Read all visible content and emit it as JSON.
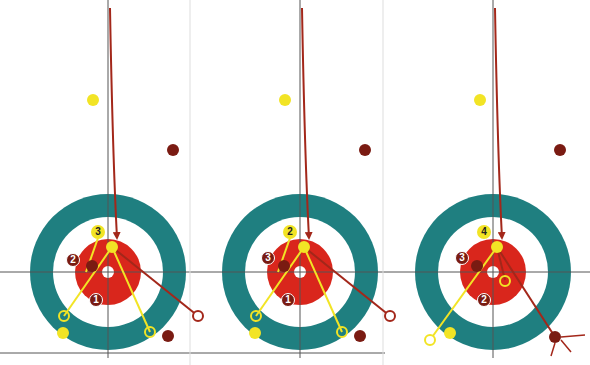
{
  "diagram": {
    "labels": [
      "3",
      "2",
      "1",
      "2",
      "3",
      "1",
      "4",
      "3",
      "2"
    ]
  }
}
